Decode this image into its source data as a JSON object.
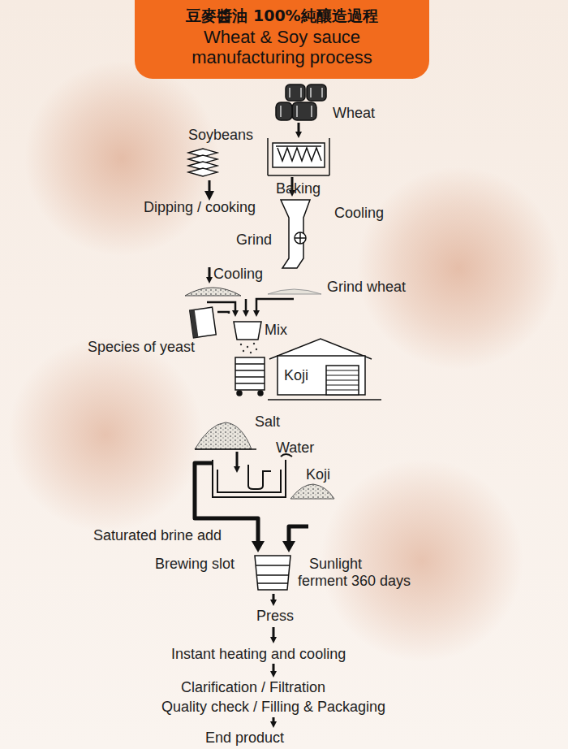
{
  "diagram": {
    "nodes": [
      {
        "text": [
          "豆麥醬油 100%純釀造過程",
          "Wheat & Soy sauce manufacturing process"
        ]
      }
    ],
    "edges": [],
    "labels": [
      "Wheat",
      "Soybeans",
      "Baking",
      "Dipping / cooking",
      "Cooling",
      "Grind",
      "Cooling",
      "Grind wheat",
      "Mix",
      "Species of yeast",
      "Koji",
      "Salt",
      "Water",
      "Koji",
      "Saturated brine add",
      "Brewing slot",
      "Sunlight ferment 360 days",
      "Press",
      "Instant heating and cooling",
      "Clarification / Filtration",
      "Quality check / Filling & Packaging",
      "End product"
    ]
  }
}
